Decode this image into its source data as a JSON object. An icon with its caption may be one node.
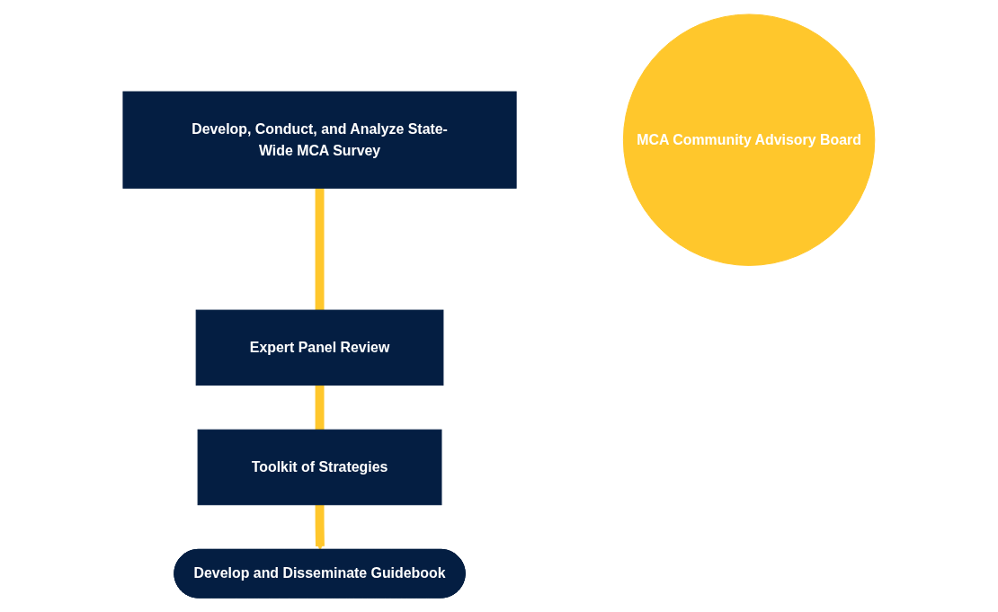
{
  "diagram": {
    "nodes": [
      {
        "text": [
          "Develop, Conduct, and Analyze State-Wide MCA Survey"
        ]
      },
      {
        "text": [
          "Expert Panel Review"
        ]
      },
      {
        "text": [
          "Toolkit of Strategies"
        ]
      },
      {
        "text": [
          "Develop and Disseminate Guidebook"
        ]
      },
      {
        "text": [
          "MCA Community Advisory Board"
        ]
      }
    ],
    "edges": [
      {
        "from": 0,
        "to": 1,
        "arrow": "none",
        "color": "#ffc72c"
      },
      {
        "from": 1,
        "to": 2,
        "arrow": "none",
        "color": "#ffc72c"
      },
      {
        "from": 2,
        "to": 3,
        "arrow": "to",
        "color": "#ffc72c"
      }
    ]
  }
}
